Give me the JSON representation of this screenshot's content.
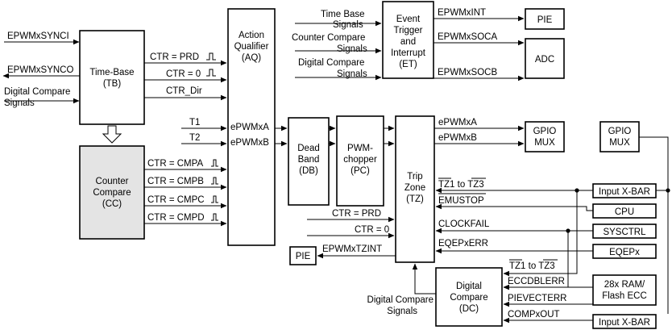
{
  "blocks": {
    "tb": [
      "Time-Base",
      "(TB)"
    ],
    "cc": [
      "Counter",
      "Compare",
      "(CC)"
    ],
    "aq": [
      "Action",
      "Qualifier",
      "(AQ)"
    ],
    "db": [
      "Dead",
      "Band",
      "(DB)"
    ],
    "pc": [
      "PWM-",
      "chopper",
      "(PC)"
    ],
    "tz": [
      "Trip",
      "Zone",
      "(TZ)"
    ],
    "et": [
      "Event",
      "Trigger",
      "and",
      "Interrupt",
      "(ET)"
    ],
    "dc": [
      "Digital",
      "Compare",
      "(DC)"
    ],
    "pie1": "PIE",
    "adc": "ADC",
    "gpiomux1": [
      "GPIO",
      "MUX"
    ],
    "gpiomux2": [
      "GPIO",
      "MUX"
    ],
    "pie2": "PIE",
    "xbar1": "Input X-BAR",
    "cpu": "CPU",
    "sysctrl": "SYSCTRL",
    "eqep": "EQEPx",
    "ram": [
      "28x RAM/",
      "Flash ECC"
    ],
    "xbar2": "Input X-BAR"
  },
  "signals": {
    "epwmxsynci": "EPWMxSYNCI",
    "epwmxsynco": "EPWMxSYNCO",
    "dcsignals_tb": [
      "Digital Compare",
      "Signals"
    ],
    "ctr_prd": "CTR = PRD",
    "ctr_zero": "CTR = 0",
    "ctr_dir": "CTR_Dir",
    "t1": "T1",
    "t2": "T2",
    "epwmxa_aq": "ePWMxA",
    "epwmxb_aq": "ePWMxB",
    "ctr_cmpa": "CTR = CMPA",
    "ctr_cmpb": "CTR = CMPB",
    "ctr_cmpc": "CTR = CMPC",
    "ctr_cmpd": "CTR = CMPD",
    "tb_signals": [
      "Time Base",
      "Signals"
    ],
    "cc_signals": [
      "Counter Compare",
      "Signals"
    ],
    "dc_signals_et": [
      "Digital Compare",
      "Signals"
    ],
    "epwmxint": "EPWMxINT",
    "epwmxsoca": "EPWMxSOCA",
    "epwmxsocb": "EPWMxSOCB",
    "epwmxa_out": "ePWMxA",
    "epwmxb_out": "ePWMxB",
    "tz1_tz3_in": "TZ1 to TZ3",
    "emustop": "EMUSTOP",
    "clockfail": "CLOCKFAIL",
    "eqepxerr": "EQEPxERR",
    "ctr_prd_tz": "CTR = PRD",
    "ctr_zero_tz": "CTR = 0",
    "epwmxtzint": "EPWMxTZINT",
    "tz1_tz3_dc": "TZ1 to TZ3",
    "eccdblerr": "ECCDBLERR",
    "pievecterr": "PIEVECTERR",
    "compxout": "COMPxOUT",
    "dc_signals_bottom": [
      "Digital Compare",
      "Signals"
    ]
  }
}
